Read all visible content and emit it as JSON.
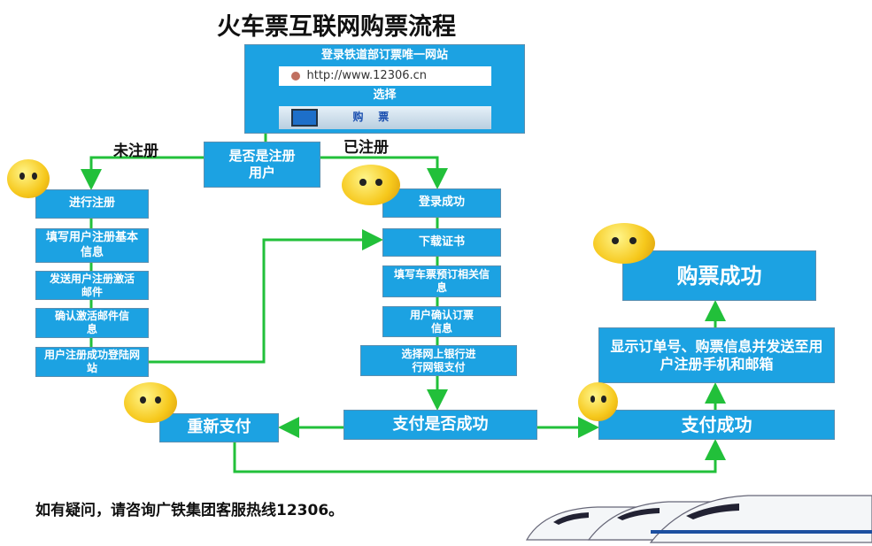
{
  "title": "火车票互联网购票流程",
  "top_box": {
    "heading": "登录铁道部订票唯一网站",
    "url": "http://www.12306.cn",
    "select_label": "选择",
    "buy_button": "购    票"
  },
  "decision": "是否是注册用户",
  "branch_labels": {
    "unregistered": "未注册",
    "registered": "已注册"
  },
  "left_steps": [
    "进行注册",
    "填写用户注册基本信息",
    "发送用户注册激活邮件",
    "确认激活邮件信息",
    "用户注册成功登陆网站"
  ],
  "right_steps": [
    "登录成功",
    "下载证书",
    "填写车票预订相关信息",
    "用户确认订票信息",
    "选择网上银行进行网银支付"
  ],
  "payment_check": "支付是否成功",
  "retry": "重新支付",
  "pay_success": "支付成功",
  "show_order": "显示订单号、购票信息并发送至用户注册手机和邮箱",
  "purchase_success": "购票成功",
  "footer": "如有疑问，请咨询广铁集团客服热线12306。",
  "colors": {
    "box": "#1ca2e2",
    "line": "#22c03a"
  }
}
